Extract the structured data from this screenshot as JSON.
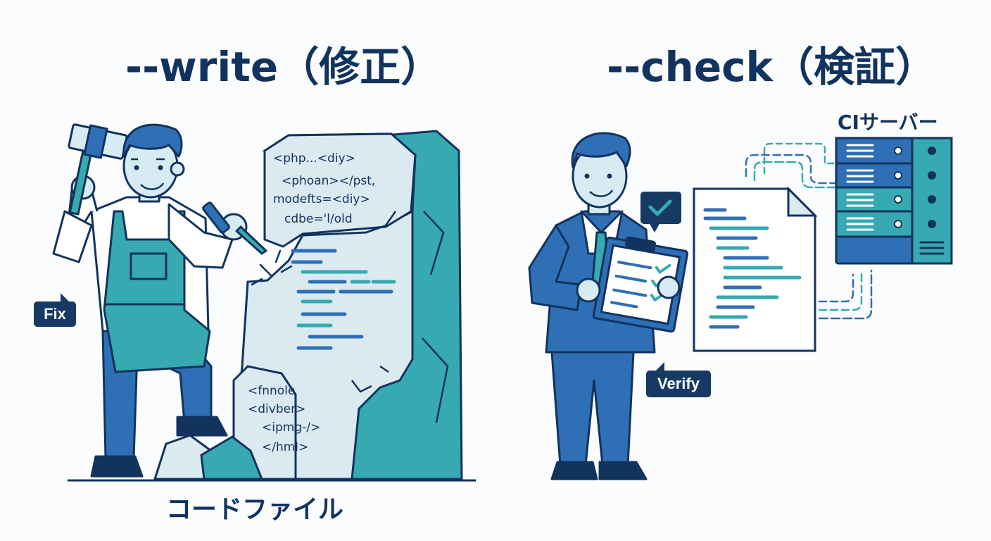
{
  "titles": {
    "write": "--write（修正）",
    "check": "--check（検証）"
  },
  "labels": {
    "code_file": "コードファイル",
    "ci_server": "CIサーバー",
    "fix": "Fix",
    "verify": "Verify"
  },
  "stone_code": {
    "top_lines": [
      "<php...<diy>",
      "<phoan></pst,",
      "modefts=<diy>",
      "cdbe='l/old"
    ],
    "bottom_lines": [
      "<fnnole",
      "<divber>",
      "<ipmg-/>",
      "</hml>"
    ]
  },
  "colors": {
    "navy": "#12335e",
    "blue": "#2f6fb5",
    "teal": "#36aab0",
    "light_blue": "#dbe9f1",
    "skin": "#d6ecf2"
  },
  "icons": [
    "hammer-icon",
    "chisel-icon",
    "checkmark-icon",
    "clipboard-icon",
    "document-icon",
    "server-icon"
  ]
}
